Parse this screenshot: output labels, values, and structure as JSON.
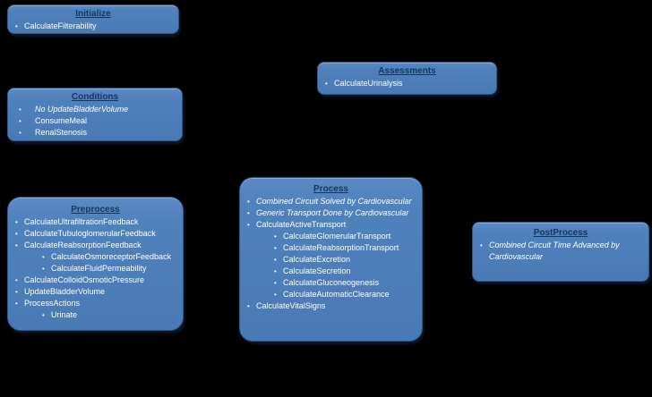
{
  "background_color": "#000000",
  "palette": {
    "box_fill": "#4f81bd",
    "box_border": "#2d5988",
    "title_color": "#17365d",
    "body_text_color": "#ffffff",
    "bullet_icon": "•"
  },
  "boxes": [
    {
      "id": "initialize",
      "title": "Initialize",
      "items": [
        {
          "text": "CalculateFilterability",
          "level": 1,
          "italic": false
        }
      ]
    },
    {
      "id": "assessments",
      "title": "Assessments",
      "items": [
        {
          "text": "CalculateUrinalysis",
          "level": 1,
          "italic": false
        }
      ]
    },
    {
      "id": "conditions",
      "title": "Conditions",
      "items": [
        {
          "text": "No UpdateBladderVolume",
          "level": 1,
          "italic": true
        },
        {
          "text": "ConsumeMeal",
          "level": 1,
          "italic": false
        },
        {
          "text": "RenalStenosis",
          "level": 1,
          "italic": false
        }
      ]
    },
    {
      "id": "preprocess",
      "title": "Preprocess",
      "items": [
        {
          "text": "CalculateUltrafiltrationFeedback",
          "level": 1,
          "italic": false
        },
        {
          "text": "CalculateTubuloglomerularFeedback",
          "level": 1,
          "italic": false
        },
        {
          "text": "CalculateReabsorptionFeedback",
          "level": 1,
          "italic": false
        },
        {
          "text": "CalculateOsmoreceptorFeedback",
          "level": 2,
          "italic": false
        },
        {
          "text": "CalculateFluidPermeability",
          "level": 2,
          "italic": false
        },
        {
          "text": "CalculateColloidOsmoticPressure",
          "level": 1,
          "italic": false
        },
        {
          "text": "UpdateBladderVolume",
          "level": 1,
          "italic": false
        },
        {
          "text": "ProcessActions",
          "level": 1,
          "italic": false
        },
        {
          "text": "Urinate",
          "level": 2,
          "italic": false
        }
      ]
    },
    {
      "id": "process",
      "title": "Process",
      "items": [
        {
          "text": "Combined Circuit Solved by Cardiovascular",
          "level": 1,
          "italic": true
        },
        {
          "text": "Generic Transport Done by Cardiovascular",
          "level": 1,
          "italic": true
        },
        {
          "text": "CalculateActiveTransport",
          "level": 1,
          "italic": false
        },
        {
          "text": "CalculateGlomerularTransport",
          "level": 2,
          "italic": false
        },
        {
          "text": "CalculateReabsorptionTransport",
          "level": 2,
          "italic": false
        },
        {
          "text": "CalculateExcretion",
          "level": 2,
          "italic": false
        },
        {
          "text": "CalculateSecretion",
          "level": 2,
          "italic": false
        },
        {
          "text": "CalculateGluconeogenesis",
          "level": 2,
          "italic": false
        },
        {
          "text": "CalculateAutomaticClearance",
          "level": 2,
          "italic": false
        },
        {
          "text": "CalculateVitalSigns",
          "level": 1,
          "italic": false
        }
      ]
    },
    {
      "id": "postprocess",
      "title": "PostProcess",
      "items": [
        {
          "text": "Combined Circuit Time Advanced by Cardiovascular",
          "level": 1,
          "italic": true
        }
      ]
    }
  ]
}
